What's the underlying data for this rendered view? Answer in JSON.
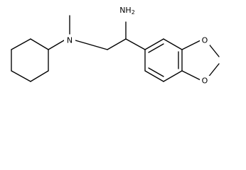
{
  "structure": {
    "atoms": {
      "n": "N",
      "nh2": {
        "element": "NH",
        "subscript": "2"
      },
      "o1": "O",
      "o2": "O"
    },
    "background_color": "#ffffff",
    "bond_color": "#000000"
  }
}
